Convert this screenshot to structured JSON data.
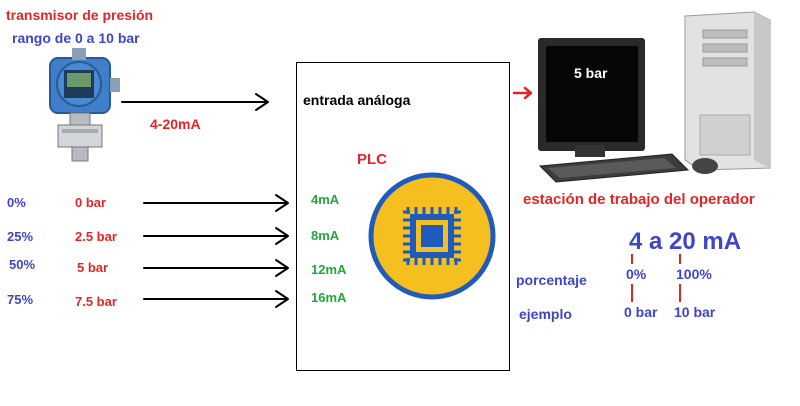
{
  "transmitter": {
    "title": "transmisor de presión",
    "range": "rango de 0 a 10 bar",
    "signal": "4-20mA"
  },
  "plc": {
    "input_label": "entrada análoga",
    "name": "PLC",
    "inputs": [
      "4mA",
      "8mA",
      "12mA",
      "16mA"
    ]
  },
  "sources": {
    "percents": [
      "0%",
      "25%",
      "50%",
      "75%"
    ],
    "pressures": [
      "0 bar",
      "2.5 bar",
      "5 bar",
      "7.5 bar"
    ]
  },
  "workstation": {
    "screen_value": "5 bar",
    "caption": "estación de trabajo del operador"
  },
  "scale": {
    "heading": "4 a 20 mA",
    "row_percent_label": "porcentaje",
    "row_example_label": "ejemplo",
    "min_percent": "0%",
    "max_percent": "100%",
    "min_value": "0 bar",
    "max_value": "10 bar"
  },
  "colors": {
    "red": "#e52525",
    "blue": "#3f45c8",
    "green": "#22a83a",
    "chip_yellow": "#f5bf1f",
    "chip_blue": "#1f5bbd",
    "transmitter_blue": "#3f7fc9"
  }
}
